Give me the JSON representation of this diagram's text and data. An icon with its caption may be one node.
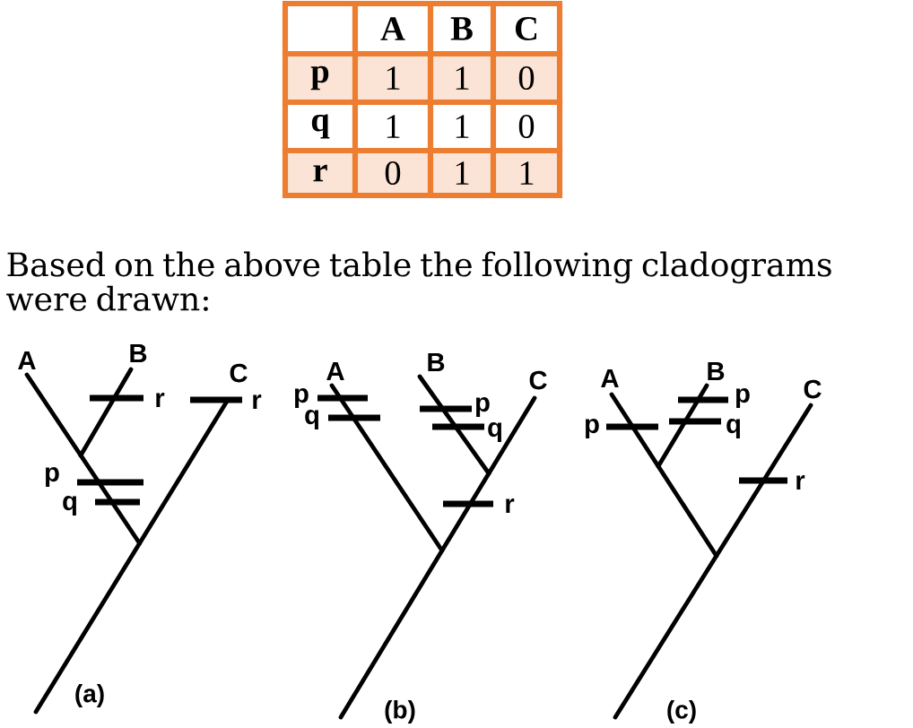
{
  "diagram": {
    "labels": [
      "A",
      "B",
      "C",
      "p",
      "1",
      "1",
      "0",
      "q",
      "1",
      "1",
      "0",
      "r",
      "0",
      "1",
      "1",
      "Based on the above table the following cladograms were drawn:",
      "A",
      "B",
      "C",
      "r",
      "r",
      "p",
      "q",
      "(a)",
      "A",
      "B",
      "C",
      "p",
      "q",
      "p",
      "q",
      "r",
      "(b)",
      "A",
      "B",
      "C",
      "p",
      "p",
      "q",
      "r",
      "(c)"
    ]
  }
}
